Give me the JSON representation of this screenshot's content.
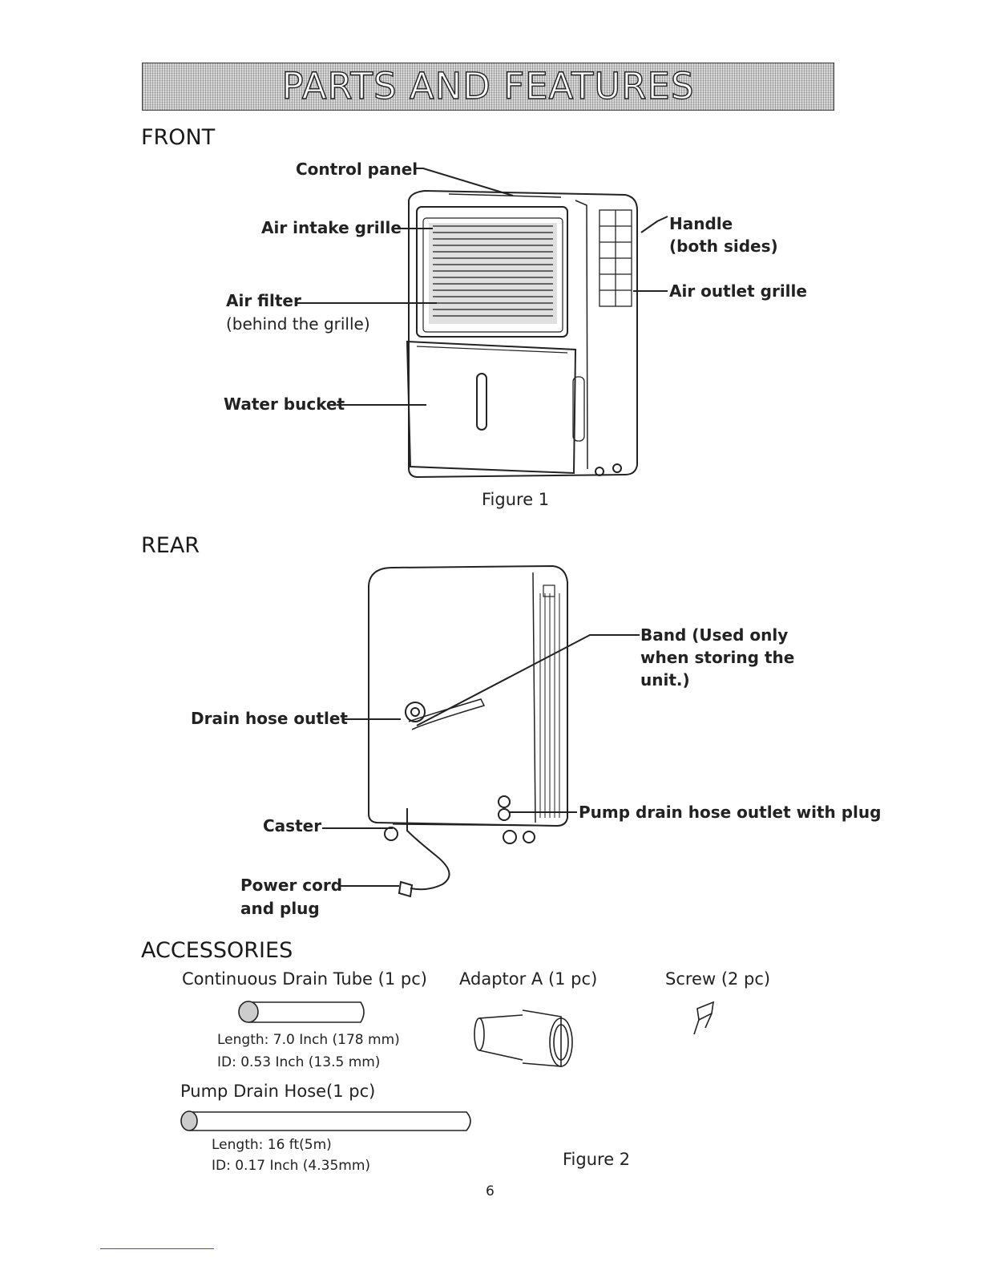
{
  "banner": {
    "title": "PARTS AND FEATURES"
  },
  "front": {
    "heading": "FRONT",
    "labels": {
      "control_panel": "Control panel",
      "air_intake_grille": "Air intake grille",
      "air_filter": "Air filter",
      "air_filter_sub": "(behind the grille)",
      "water_bucket": "Water bucket",
      "handle": "Handle",
      "handle_sub": "(both sides)",
      "air_outlet_grille": "Air outlet grille"
    },
    "caption": "Figure 1"
  },
  "rear": {
    "heading": "REAR",
    "labels": {
      "band_line1": "Band (Used only",
      "band_line2": "when storing the",
      "band_line3": "unit.)",
      "drain_hose_outlet": "Drain hose outlet",
      "caster": "Caster",
      "pump_drain": "Pump drain hose outlet with plug",
      "power_cord_line1": "Power cord",
      "power_cord_line2": "and plug"
    }
  },
  "accessories": {
    "heading": "ACCESSORIES",
    "drain_tube": {
      "title": "Continuous Drain Tube (1 pc)",
      "length": "Length: 7.0 Inch (178 mm)",
      "id": "ID: 0.53 Inch (13.5 mm)"
    },
    "adaptor": {
      "title": "Adaptor A (1 pc)"
    },
    "screw": {
      "title": "Screw (2 pc)"
    },
    "pump_hose": {
      "title": "Pump Drain Hose(1 pc)",
      "length": "Length:  16 ft(5m)",
      "id": "ID: 0.17 Inch (4.35mm)"
    },
    "caption": "Figure 2"
  },
  "page_number": "6"
}
